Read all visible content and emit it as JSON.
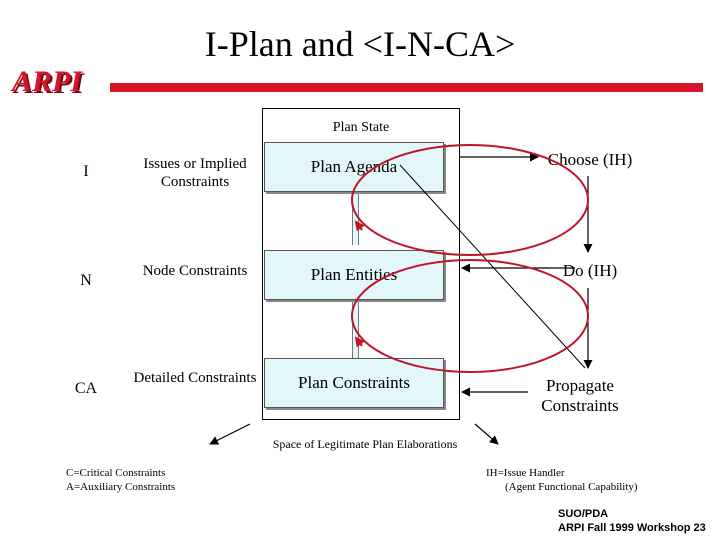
{
  "header": {
    "title": "I-Plan and <I-N-CA>",
    "logo_text": "ARPI"
  },
  "plan_state": {
    "label": "Plan State",
    "boxes": [
      "Plan Agenda",
      "Plan Entities",
      "Plan Constraints"
    ]
  },
  "rows": [
    {
      "letter": "I",
      "description": "Issues or Implied Constraints"
    },
    {
      "letter": "N",
      "description": "Node Constraints"
    },
    {
      "letter": "CA",
      "description": "Detailed Constraints"
    }
  ],
  "process": {
    "choose": "Choose (IH)",
    "do": "Do (IH)",
    "propagate": "Propagate Constraints"
  },
  "space_label": "Space of Legitimate Plan Elaborations",
  "notes": {
    "critical": "C=Critical Constraints",
    "auxiliary": "A=Auxiliary Constraints",
    "ih_line1": "IH=Issue Handler",
    "ih_line2": "(Agent Functional Capability)"
  },
  "footer": {
    "line1": "SUO/PDA",
    "line2": "ARPI Fall 1999 Workshop  23"
  },
  "colors": {
    "accent": "#d8142a",
    "box_fill": "#e3f6f9",
    "loop": "#c0142a"
  }
}
